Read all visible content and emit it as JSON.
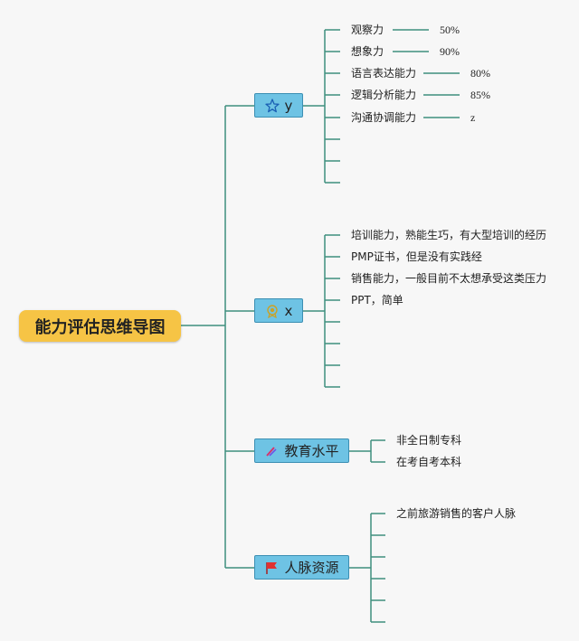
{
  "root": {
    "label": "能力评估思维导图"
  },
  "branches": [
    {
      "label": "y",
      "icon": "star-icon",
      "items": [
        {
          "text": "观察力",
          "value": "50%"
        },
        {
          "text": "想象力",
          "value": "90%"
        },
        {
          "text": "语言表达能力",
          "value": "80%"
        },
        {
          "text": "逻辑分析能力",
          "value": "85%"
        },
        {
          "text": "沟通协调能力",
          "value": "z"
        }
      ]
    },
    {
      "label": "x",
      "icon": "badge-icon",
      "items": [
        {
          "text": "培训能力，熟能生巧，有大型培训的经历"
        },
        {
          "text": "PMP证书，但是没有实践经"
        },
        {
          "text": "销售能力，一般目前不太想承受这类压力"
        },
        {
          "text": "PPT，简单"
        }
      ]
    },
    {
      "label": "教育水平",
      "icon": "pencil-icon",
      "items": [
        {
          "text": "非全日制专科"
        },
        {
          "text": "在考自考本科"
        }
      ]
    },
    {
      "label": "人脉资源",
      "icon": "flag-icon",
      "items": [
        {
          "text": "之前旅游销售的客户人脉"
        }
      ]
    }
  ],
  "colors": {
    "line": "#3f8f7e",
    "root_fill": "#f6c445",
    "branch_fill": "#6ec3e4",
    "branch_border": "#3c8fb3"
  }
}
